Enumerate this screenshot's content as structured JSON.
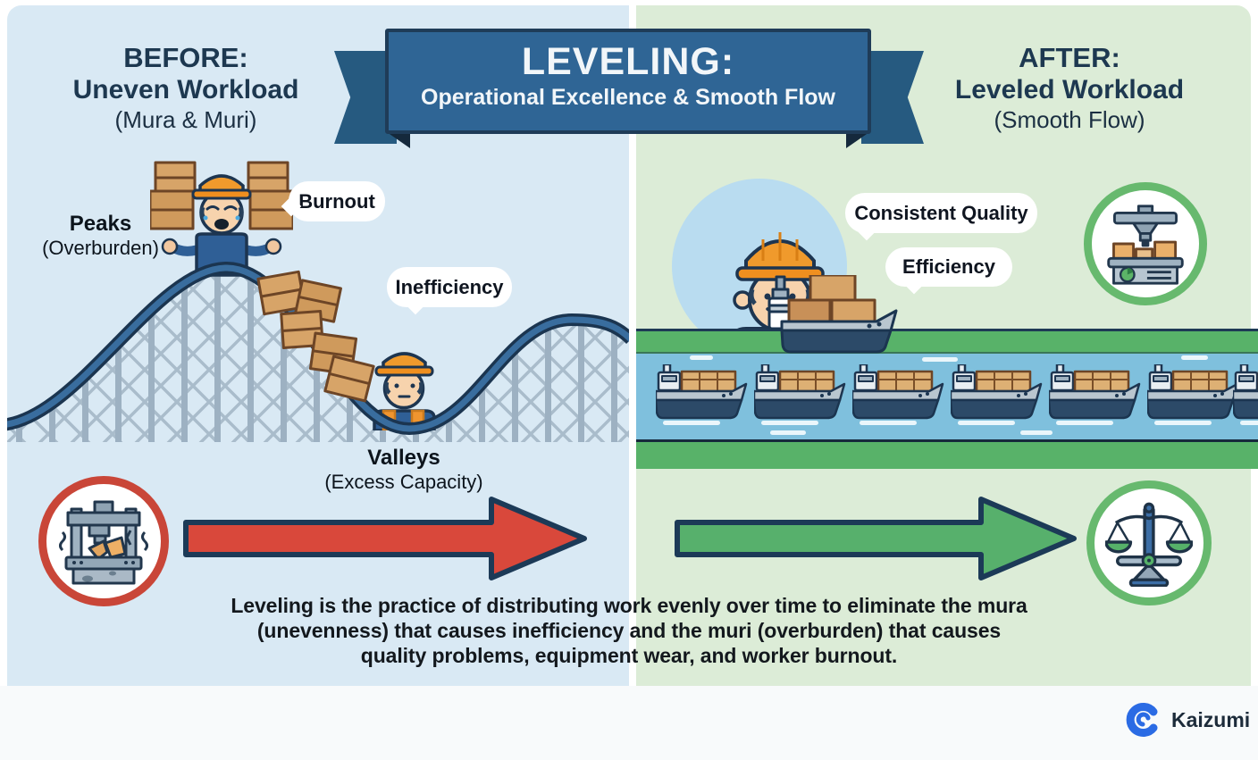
{
  "banner": {
    "title": "LEVELING:",
    "subtitle": "Operational Excellence & Smooth Flow"
  },
  "before": {
    "heading1": "BEFORE:",
    "heading2": "Uneven Workload",
    "heading3": "(Mura & Muri)",
    "peaks_label": "Peaks",
    "peaks_sub": "(Overburden)",
    "burnout_bubble": "Burnout",
    "inefficiency_bubble": "Inefficiency",
    "valleys_label": "Valleys",
    "valleys_sub": "(Excess Capacity)"
  },
  "after": {
    "heading1": "AFTER:",
    "heading2": "Leveled Workload",
    "heading3": "(Smooth Flow)",
    "quality_bubble": "Consistent Quality",
    "efficiency_bubble": "Efficiency"
  },
  "description": {
    "lines": [
      "Leveling is the practice of distributing work evenly over time to eliminate the mura",
      "(unevenness) that causes inefficiency and the muri (overburden) that causes",
      "quality problems, equipment wear, and worker burnout."
    ]
  },
  "footer": {
    "brand": "Kaizumi"
  },
  "colors": {
    "left_bg": "#d9e9f4",
    "right_bg": "#dcecd7",
    "banner_bg": "#2f6595",
    "banner_tail": "#265a80",
    "navy_text": "#1d3850",
    "red_arrow": "#d9483b",
    "green_arrow": "#57b06c",
    "red_ring": "#c94638",
    "green_ring": "#67b96e",
    "water": "#7fc0dd",
    "conveyor_green": "#58b269"
  }
}
